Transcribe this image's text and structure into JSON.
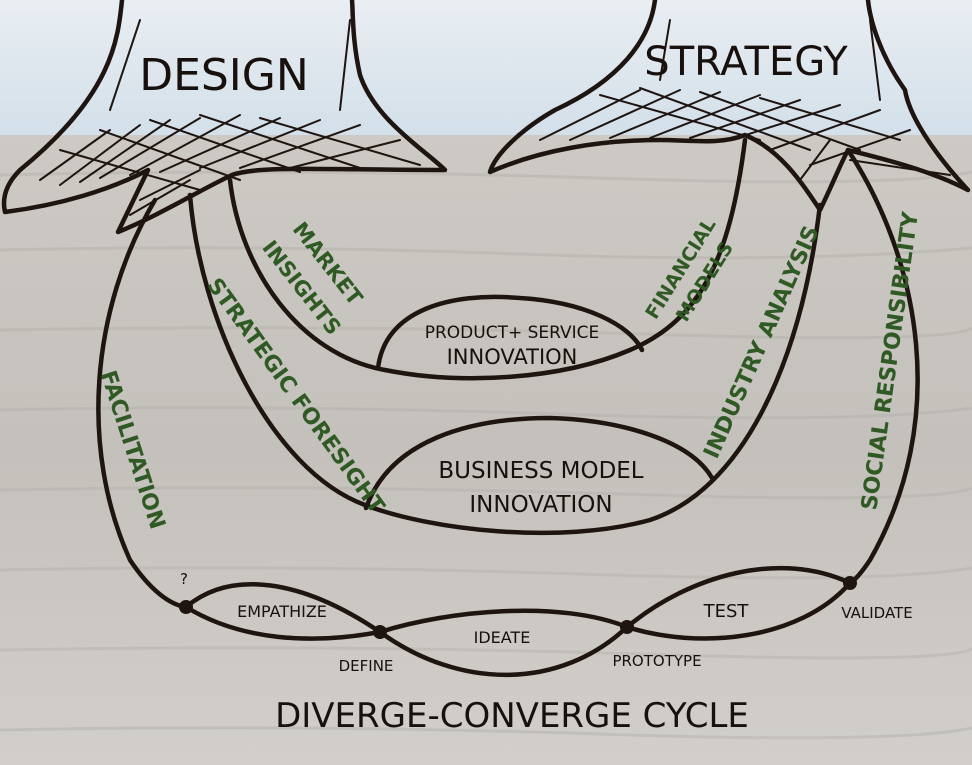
{
  "hubs": {
    "design": "DESIGN",
    "strategy": "STRATEGY"
  },
  "bands": {
    "market_insights": [
      "MARKET",
      "INSIGHTS"
    ],
    "financial_models": [
      "FINANCIAL",
      "MODELS"
    ],
    "strategic_foresight": "STRATEGIC FORESIGHT",
    "industry_analysis": "INDUSTRY ANALYSIS",
    "facilitation": "FACILITATION",
    "social_responsibility": "SOCIAL RESPONSIBILITY"
  },
  "domes": {
    "product_service": [
      "PRODUCT+ SERVICE",
      "INNOVATION"
    ],
    "business_model": [
      "BUSINESS MODEL",
      "INNOVATION"
    ]
  },
  "cycle": {
    "question_mark": "?",
    "empathize": "EMPATHIZE",
    "define": "DEFINE",
    "ideate": "IDEATE",
    "prototype": "PROTOTYPE",
    "test": "TEST",
    "validate": "VALIDATE",
    "title": "DIVERGE-CONVERGE CYCLE"
  },
  "colors": {
    "ink": "#1e1410",
    "green": "#2f5a24",
    "sky": "#dfe9f1",
    "canvas": "#c9c6c2"
  }
}
